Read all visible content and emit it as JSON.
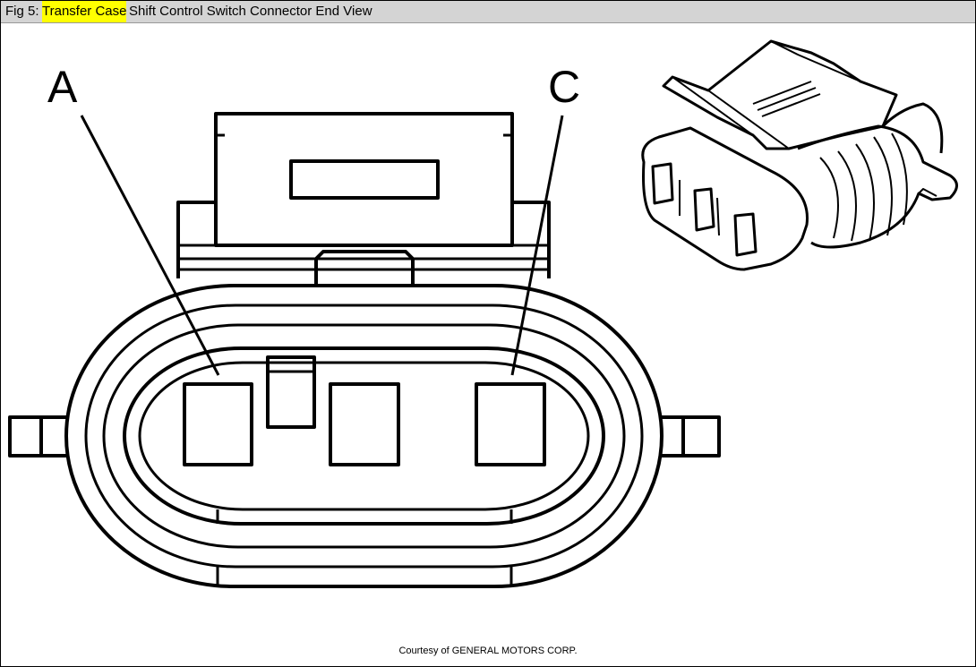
{
  "title": {
    "prefix": "Fig 5:",
    "highlight": "Transfer Case",
    "rest": "Shift Control Switch Connector End View",
    "highlight_color": "#ffff00"
  },
  "labels": {
    "pin_a": "A",
    "pin_c": "C"
  },
  "footer": {
    "courtesy": "Courtesy of GENERAL MOTORS CORP."
  }
}
